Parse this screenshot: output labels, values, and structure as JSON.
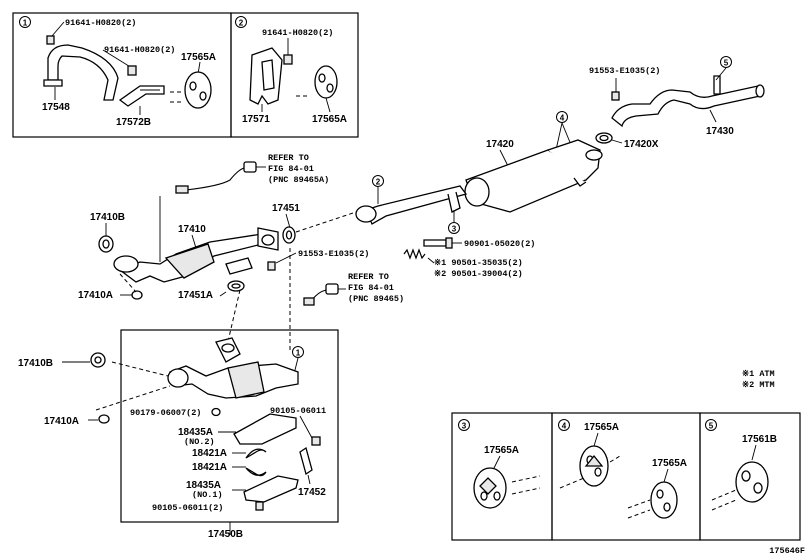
{
  "callouts": {
    "c1": "1",
    "c2": "2",
    "c3": "3",
    "c4": "4",
    "c5": "5"
  },
  "labels": {
    "p91641_a": "91641-H0820(2)",
    "p91641_b": "91641-H0820(2)",
    "p17565A_1": "17565A",
    "p17548": "17548",
    "p17572B": "17572B",
    "p91641_c": "91641-H0820(2)",
    "p17571": "17571",
    "p17565A_2": "17565A",
    "p91553_a": "91553-E1035(2)",
    "p17430": "17430",
    "p17420X": "17420X",
    "p17420": "17420",
    "refer1_l1": "REFER TO",
    "refer1_l2": "FIG 84-01",
    "refer1_l3": "(PNC 89465A)",
    "p17410B_1": "17410B",
    "p17410": "17410",
    "p17451": "17451",
    "p90901": "90901-05020(2)",
    "p91553_b": "91553-E1035(2)",
    "p90501_1": "※1 90501-35035(2)",
    "p90501_2": "※2 90501-39004(2)",
    "p17410A_1": "17410A",
    "p17451A": "17451A",
    "refer2_l1": "REFER TO",
    "refer2_l2": "FIG 84-01",
    "refer2_l3": "(PNC 89465)",
    "p17410B_2": "17410B",
    "p17410A_2": "17410A",
    "p90179": "90179-06007(2)",
    "p90105_a": "90105-06011",
    "p18435A_2": "18435A",
    "p18435A_2n": "(NO.2)",
    "p18421A_1": "18421A",
    "p18421A_2": "18421A",
    "p18435A_1": "18435A",
    "p18435A_1n": "(NO.1)",
    "p17452": "17452",
    "p90105_b": "90105-06011(2)",
    "p17450B": "17450B",
    "legend_1": "※1  ATM",
    "legend_2": "※2  MTM",
    "p17565A_3": "17565A",
    "p17565A_4a": "17565A",
    "p17565A_4b": "17565A",
    "p17561B": "17561B",
    "figure_id": "175646F"
  }
}
